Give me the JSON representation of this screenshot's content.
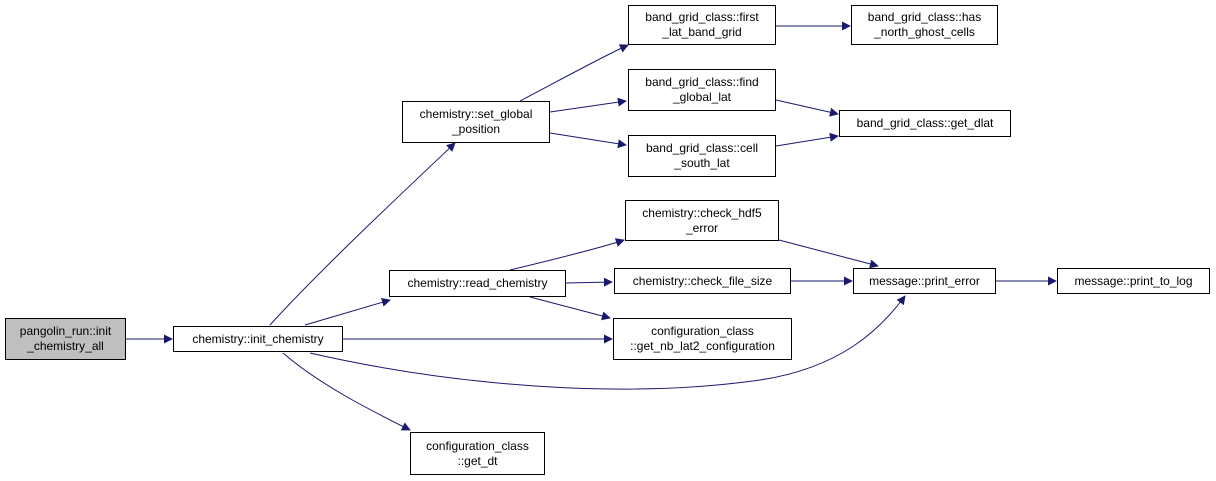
{
  "colors": {
    "edge": "#191970",
    "root_fill": "#bfbfbf",
    "node_fill": "#ffffff",
    "border": "#000000"
  },
  "nodes": {
    "init_chemistry_all": [
      "pangolin_run::init",
      "_chemistry_all"
    ],
    "init_chemistry": [
      "chemistry::init_chemistry"
    ],
    "set_global_position": [
      "chemistry::set_global",
      "_position"
    ],
    "read_chemistry": [
      "chemistry::read_chemistry"
    ],
    "get_dt": [
      "configuration_class",
      "::get_dt"
    ],
    "first_lat_band_grid": [
      "band_grid_class::first",
      "_lat_band_grid"
    ],
    "find_global_lat": [
      "band_grid_class::find",
      "_global_lat"
    ],
    "cell_south_lat": [
      "band_grid_class::cell",
      "_south_lat"
    ],
    "check_hdf5_error": [
      "chemistry::check_hdf5",
      "_error"
    ],
    "check_file_size": [
      "chemistry::check_file_size"
    ],
    "get_nb_lat2_configuration": [
      "configuration_class",
      "::get_nb_lat2_configuration"
    ],
    "has_north_ghost_cells": [
      "band_grid_class::has",
      "_north_ghost_cells"
    ],
    "get_dlat": [
      "band_grid_class::get_dlat"
    ],
    "print_error": [
      "message::print_error"
    ],
    "print_to_log": [
      "message::print_to_log"
    ]
  }
}
